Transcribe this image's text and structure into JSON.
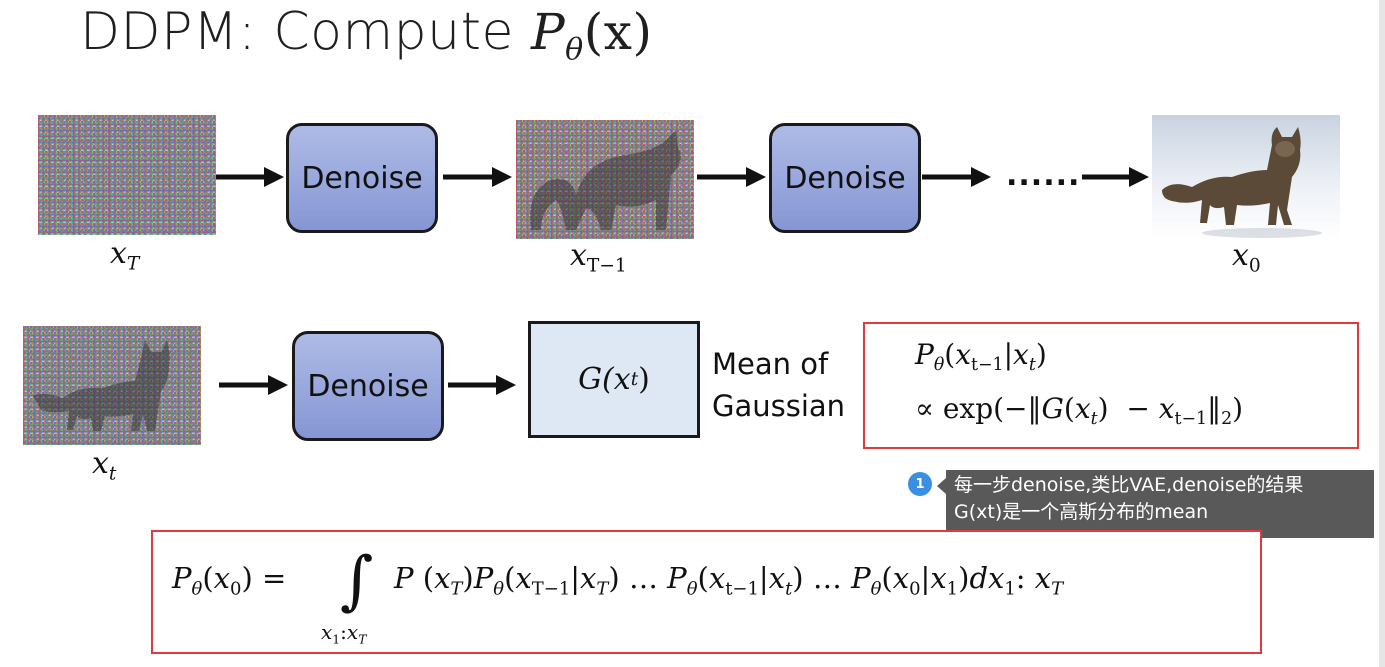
{
  "title": {
    "text": "DDPM: Compute ",
    "math_base": "P",
    "math_sub": "θ",
    "math_rest": "(x)"
  },
  "row1": {
    "denoise_1": "Denoise",
    "denoise_2": "Denoise",
    "ellipsis": "......",
    "label_xT": {
      "base": "x",
      "sub": "T"
    },
    "label_xT1": {
      "base": "x",
      "sub": "T−1"
    },
    "label_x0": {
      "base": "x",
      "sub": "0"
    }
  },
  "row2": {
    "denoise": "Denoise",
    "g_box": {
      "base": "G(x",
      "sub": "t",
      "close": ")"
    },
    "mean_label_line1": "Mean of",
    "mean_label_line2": "Gaussian",
    "label_xt": {
      "base": "x",
      "sub": "t"
    }
  },
  "formula_box": {
    "line1": {
      "p": "P",
      "theta": "θ",
      "x": "(x",
      "sub1": "t−1",
      "bar": "|x",
      "sub2": "t",
      "close": ")"
    },
    "line2": {
      "prop": "∝ exp(−‖G(x",
      "sub1": "t",
      "mid": ")  − x",
      "sub2": "t−1",
      "norm": "‖",
      "sub3": "2",
      "close": ")"
    }
  },
  "tooltip": {
    "badge": "1",
    "line1": "每一步denoise,类比VAE,denoise的结果",
    "line2": "G(xt)是一个高斯分布的mean"
  },
  "bottom_formula": {
    "lhs": {
      "p": "P",
      "theta": "θ",
      "arg": "(x",
      "sub": "0",
      "close": ") ="
    },
    "integral": "∫",
    "limits": {
      "x": "x",
      "sub1": "1",
      "colon": ":x",
      "sub2": "T"
    },
    "rhs": {
      "t1": "P (x",
      "t1s": "T",
      "t1c": ")",
      "t2": "P",
      "t2t": "θ",
      "t2a": "(x",
      "t2s": "T−1",
      "t2b": "|x",
      "t2s2": "T",
      "t2c": ") …",
      "t3": "P",
      "t3t": "θ",
      "t3a": "(x",
      "t3s": "t−1",
      "t3b": "|x",
      "t3s2": "t",
      "t3c": ") …",
      "t4": "P",
      "t4t": "θ",
      "t4a": "(x",
      "t4s": "0",
      "t4b": "|x",
      "t4s2": "1",
      "t4c": ")dx",
      "t4s3": "1",
      "t4d": ": x",
      "t4s4": "T"
    }
  },
  "colors": {
    "red_border": "#e0393e",
    "denoise_fill": "#8696d4",
    "g_fill": "#dee8f5",
    "tooltip_bg": "#595959",
    "badge": "#3b8fe0"
  },
  "icons": {
    "image_xT": "noise-image",
    "image_xT1": "noisy-cat-image",
    "image_x0": "cat-photo",
    "image_xt": "noisy-cat-image"
  }
}
